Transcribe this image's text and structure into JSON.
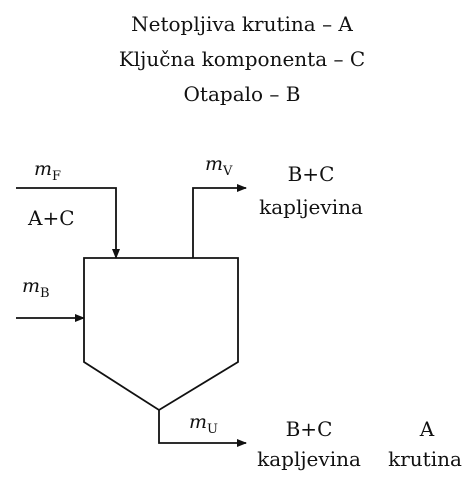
{
  "legend": [
    "Netopljiva krutina – A",
    "Ključna komponenta – C",
    "Otapalo – B"
  ],
  "streams": {
    "feed": {
      "symbol": "m",
      "subscript": "F",
      "composition": "A+C"
    },
    "solvent": {
      "symbol": "m",
      "subscript": "B"
    },
    "overflow": {
      "symbol": "m",
      "subscript": "V",
      "composition": "B+C",
      "phase": "kapljevina"
    },
    "underflow": {
      "symbol": "m",
      "subscript": "U",
      "composition": "B+C",
      "phase": "kapljevina",
      "solid_composition": "A",
      "solid_phase": "krutina"
    }
  },
  "colors": {
    "line": "#111111",
    "background": "#ffffff"
  }
}
